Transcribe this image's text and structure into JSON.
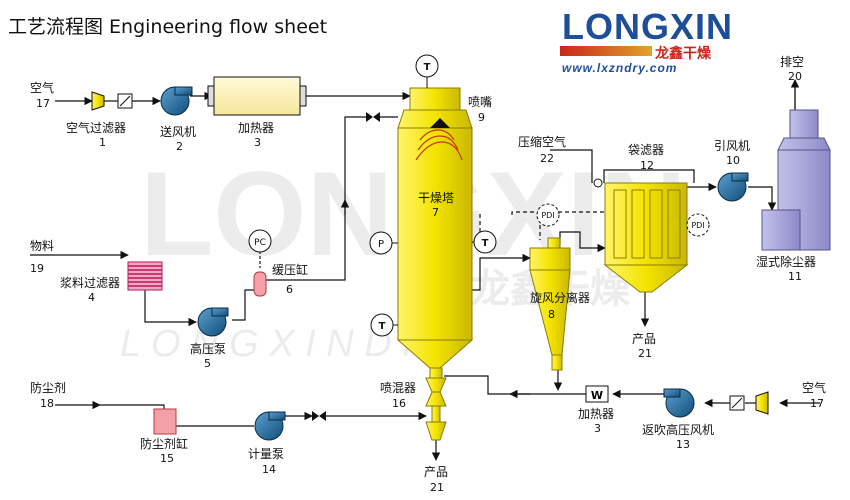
{
  "title": "工艺流程图  Engineering flow sheet",
  "logo": {
    "brand": "LONGXIN",
    "brand_cn": "龙鑫干燥",
    "url": "www.lxzndry.com",
    "watermark_main": "LONGXIN",
    "watermark_cn": "龙鑫干燥",
    "watermark_sub": "L O N G X I N D R Y"
  },
  "labels": {
    "air_in": "空气",
    "air_in_no": "17",
    "air_filter": "空气过滤器",
    "air_filter_no": "1",
    "blower": "送风机",
    "blower_no": "2",
    "heater": "加热器",
    "heater_no": "3",
    "nozzle": "喷嘴",
    "nozzle_no": "9",
    "dryer": "干燥塔",
    "dryer_no": "7",
    "compressed_air": "压缩空气",
    "compressed_air_no": "22",
    "bag_filter": "袋滤器",
    "bag_filter_no": "12",
    "fan": "引风机",
    "fan_no": "10",
    "exhaust": "排空",
    "exhaust_no": "20",
    "material": "物料",
    "material_no": "19",
    "slurry_filter": "浆料过滤器",
    "slurry_filter_no": "4",
    "buffer_tank": "缓压缸",
    "buffer_tank_no": "6",
    "hp_pump": "高压泵",
    "hp_pump_no": "5",
    "cyclone": "旋风分离器",
    "cyclone_no": "8",
    "product_bag": "产品",
    "product_bag_no": "21",
    "wet_scrubber": "湿式除尘器",
    "wet_scrubber_no": "11",
    "antidust": "防尘剂",
    "antidust_no": "18",
    "mixer": "喷混器",
    "mixer_no": "16",
    "heater2": "加热器",
    "heater2_no": "3",
    "air_in2": "空气",
    "air_in2_no": "17",
    "antidust_tank": "防尘剂缸",
    "antidust_tank_no": "15",
    "meter_pump": "计量泵",
    "meter_pump_no": "14",
    "hp_blower": "返吹高压风机",
    "hp_blower_no": "13",
    "product_bottom": "产品",
    "product_bottom_no": "21",
    "inst_t": "T",
    "inst_p": "P",
    "inst_pc": "PC",
    "inst_pdi": "PDI",
    "heater_w": "W"
  },
  "colors": {
    "yellow": "#f4e400",
    "yellow_dark": "#c9b800",
    "pump_blue": "#1f6fa5",
    "filter_pink": "#e94b86",
    "scrubber": "#a9a6d8",
    "tank_pink": "#f4a0a8",
    "heater_fill": "#fff3b0"
  }
}
